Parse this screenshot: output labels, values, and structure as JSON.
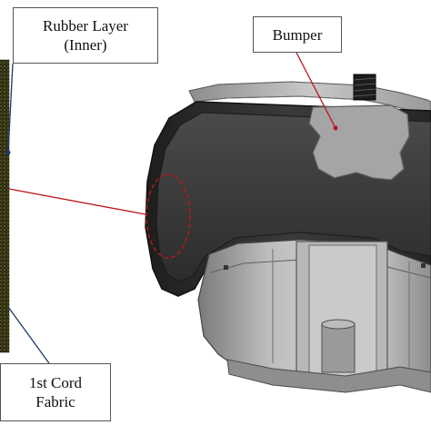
{
  "labels": {
    "rubber_layer_line1": "Rubber Layer",
    "rubber_layer_line2": "(Inner)",
    "bumper": "Bumper",
    "cord_line1": "1st Cord",
    "cord_line2": "Fabric"
  },
  "colors": {
    "leader_line": "#c0141c",
    "callout_line": "#1a3a6b",
    "fabric": "#2b2a12",
    "fabric_dots": "#8a8a2e",
    "shell_dark": "#2a2a2a",
    "metal": "#a9a9a9"
  }
}
